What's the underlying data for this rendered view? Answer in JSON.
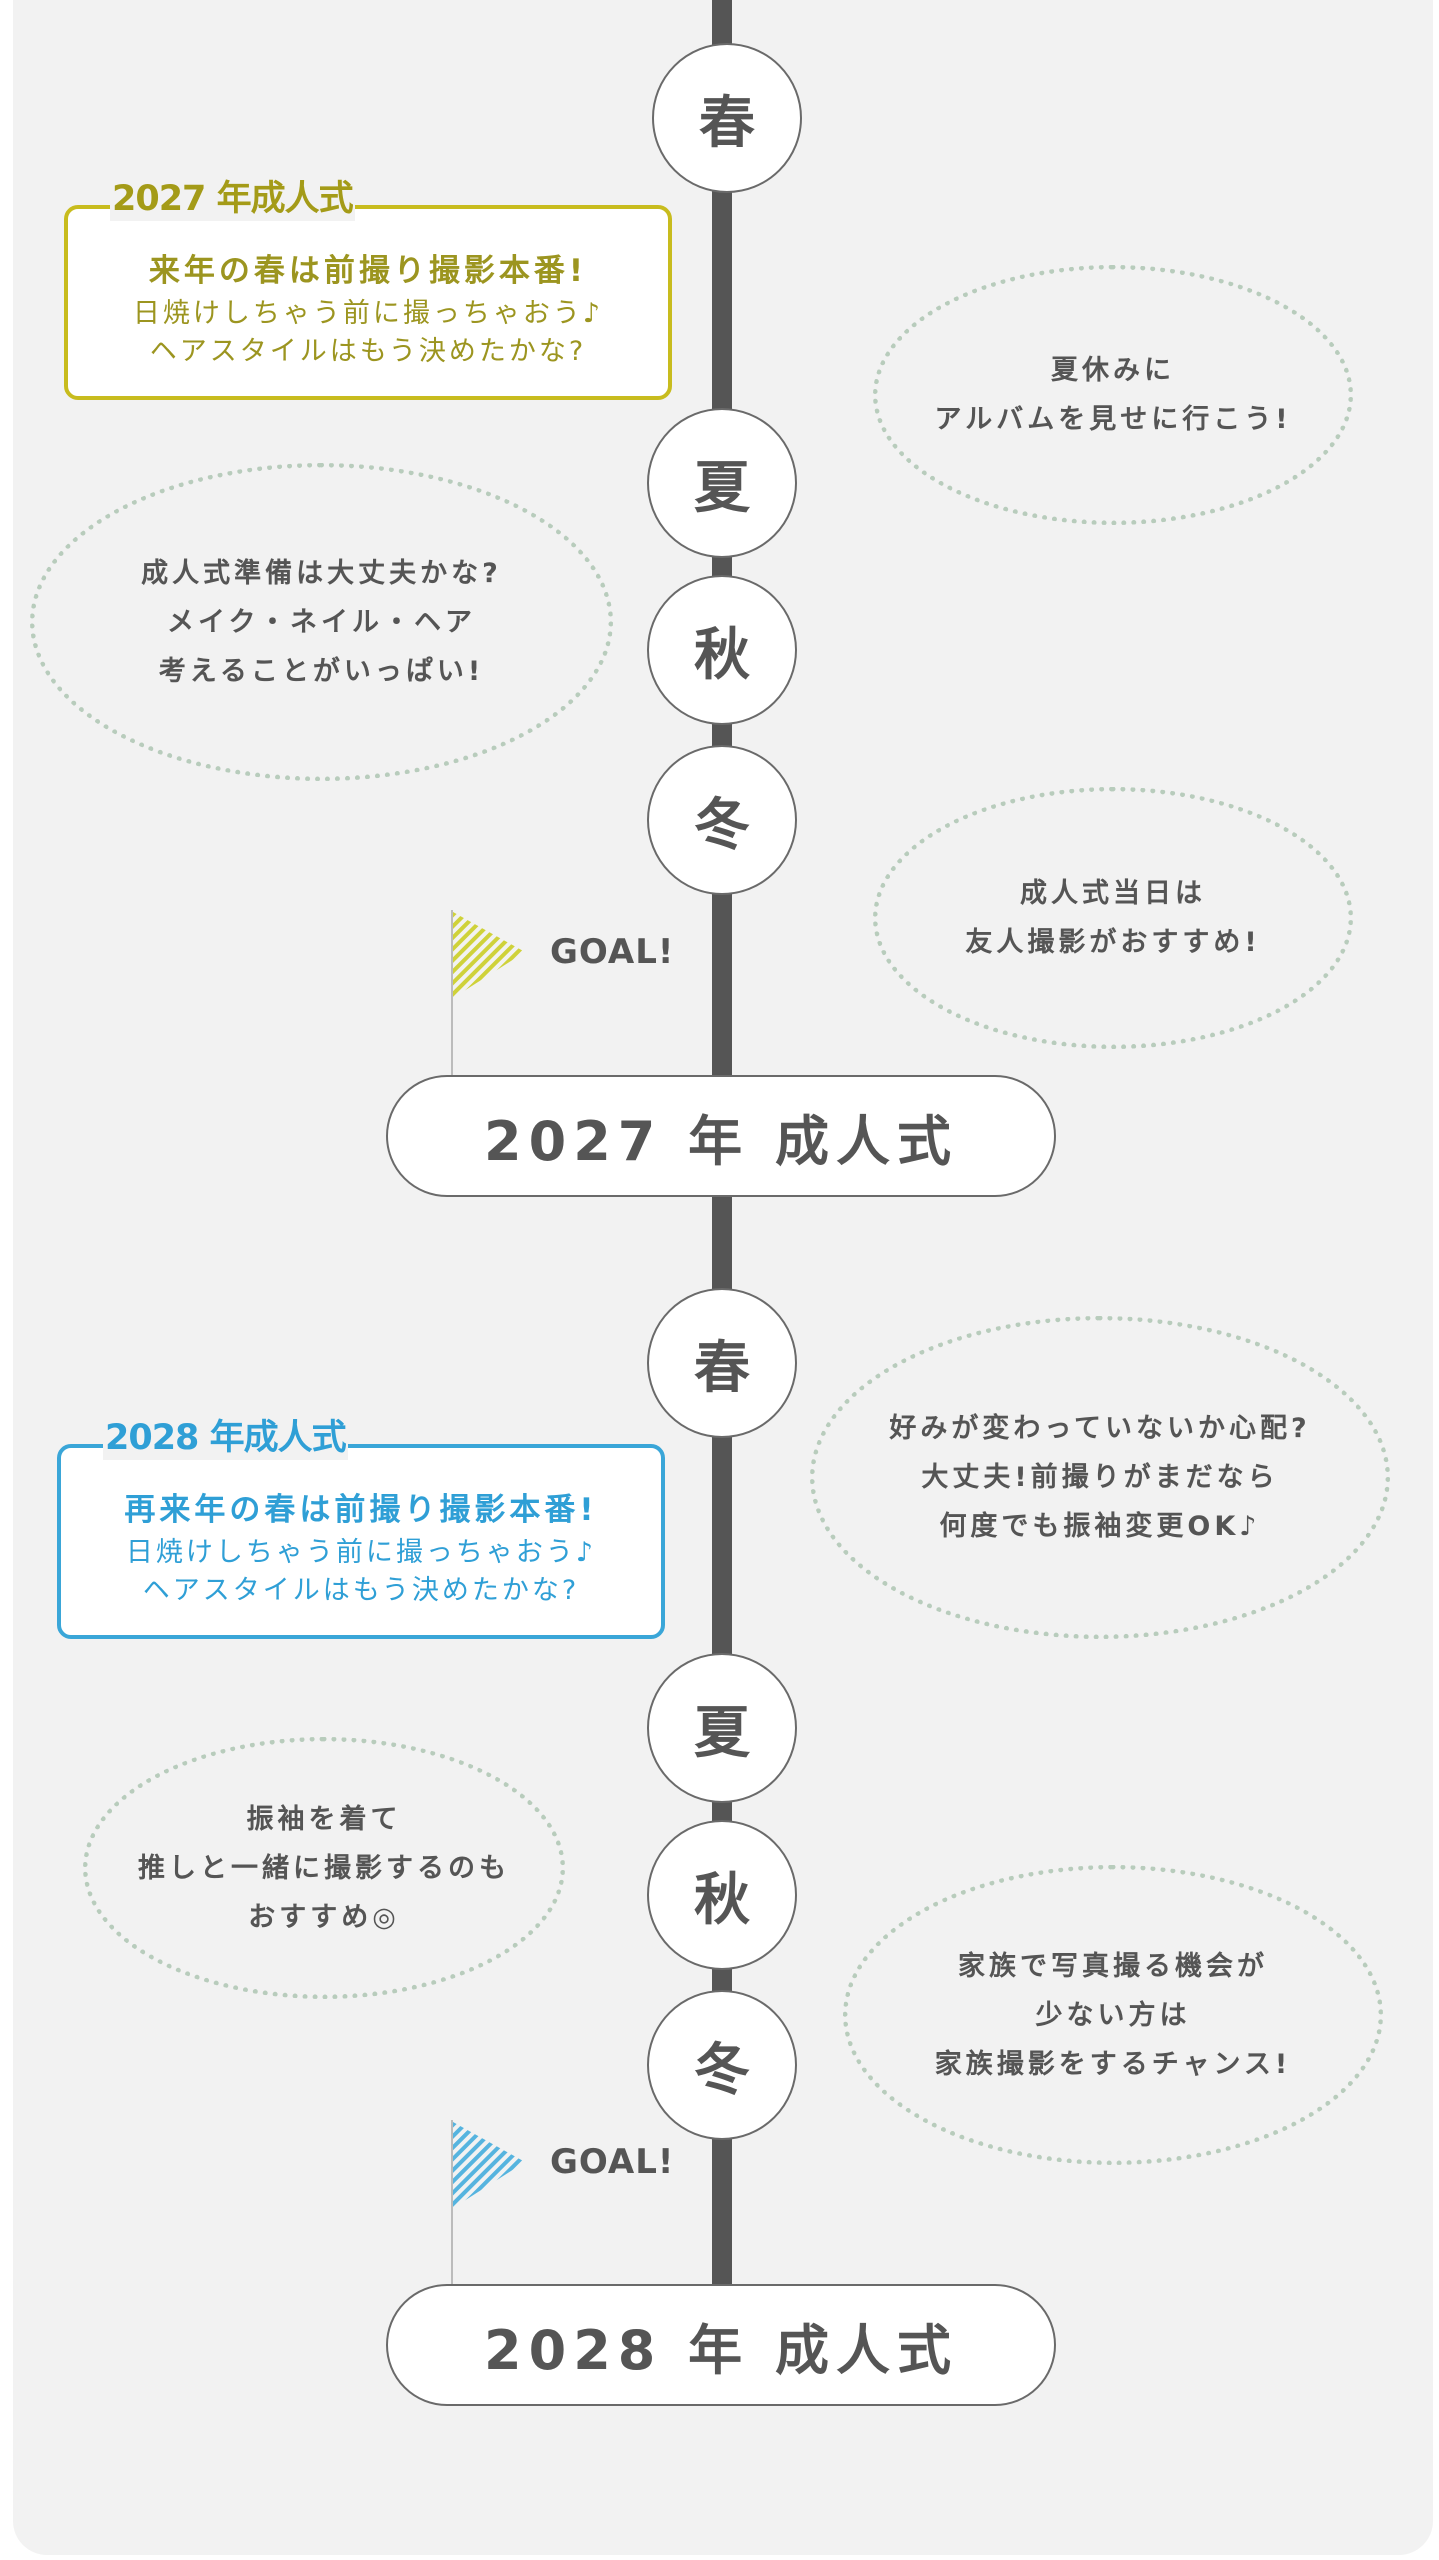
{
  "colors": {
    "panel": "#f2f2f2",
    "timeline": "#555555",
    "accent_2027": "#c8bc1e",
    "accent_2027_text": "#9c9520",
    "accent_2028": "#3aa6d8",
    "bubble_dots": "#b8ccbc"
  },
  "seasons": {
    "spring": "春",
    "summer": "夏",
    "autumn": "秋",
    "winter": "冬"
  },
  "notes": {
    "note2027": {
      "title": "2027 年成人式",
      "heading": "来年の春は前撮り撮影本番!",
      "body": "日焼けしちゃう前に撮っちゃおう♪\nヘアスタイルはもう決めたかな?"
    },
    "note2028": {
      "title": "2028 年成人式",
      "heading": "再来年の春は前撮り撮影本番!",
      "body": "日焼けしちゃう前に撮っちゃおう♪\nヘアスタイルはもう決めたかな?"
    }
  },
  "bubbles": {
    "b1": "夏休みに\nアルバムを見せに行こう!",
    "b2": "成人式準備は大丈夫かな?\nメイク・ネイル・ヘア\n考えることがいっぱい!",
    "b3": "成人式当日は\n友人撮影がおすすめ!",
    "b4": "好みが変わっていないか心配?\n大丈夫!前撮りがまだなら\n何度でも振袖変更OK♪",
    "b5": "振袖を着て\n推しと一緒に撮影するのも\nおすすめ◎",
    "b6": "家族で写真撮る機会が\n少ない方は\n家族撮影をするチャンス!"
  },
  "goal_label": "GOAL!",
  "milestones": {
    "m2027": "2027 年 成人式",
    "m2028": "2028 年 成人式"
  }
}
